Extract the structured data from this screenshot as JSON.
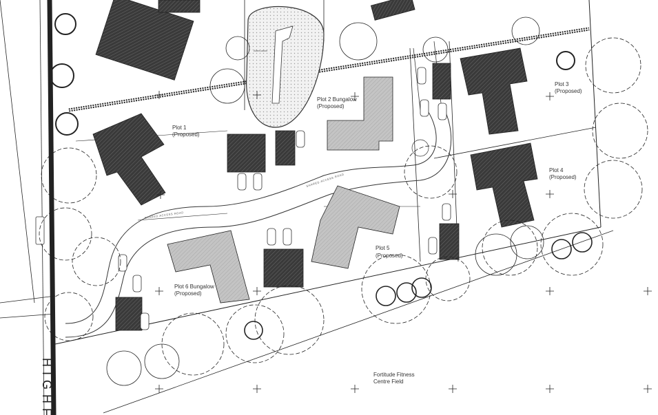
{
  "plots": [
    {
      "name": "Plot 1",
      "status": "(Proposed)"
    },
    {
      "name": "Plot 2 Bungalow",
      "status": "(Proposed)"
    },
    {
      "name": "Plot 3",
      "status": "(Proposed)"
    },
    {
      "name": "Plot 4",
      "status": "(Proposed)"
    },
    {
      "name": "Plot 5",
      "status": "(Proposed)"
    },
    {
      "name": "Plot 6 Bungalow",
      "status": "(Proposed)"
    }
  ],
  "road_labels": [
    "SHARED ACCESS ROAD",
    "SHARED ACCESS ROAD"
  ],
  "field": {
    "line1": "Fortitude Fitness",
    "line2": "Centre Field"
  },
  "street": "HIGHFI",
  "attenuation": "Attenuation",
  "turning_number": "1",
  "colors": {
    "roof_dark": "#3a3a3a",
    "roof_light": "#bdbdbd",
    "line": "#222222"
  }
}
